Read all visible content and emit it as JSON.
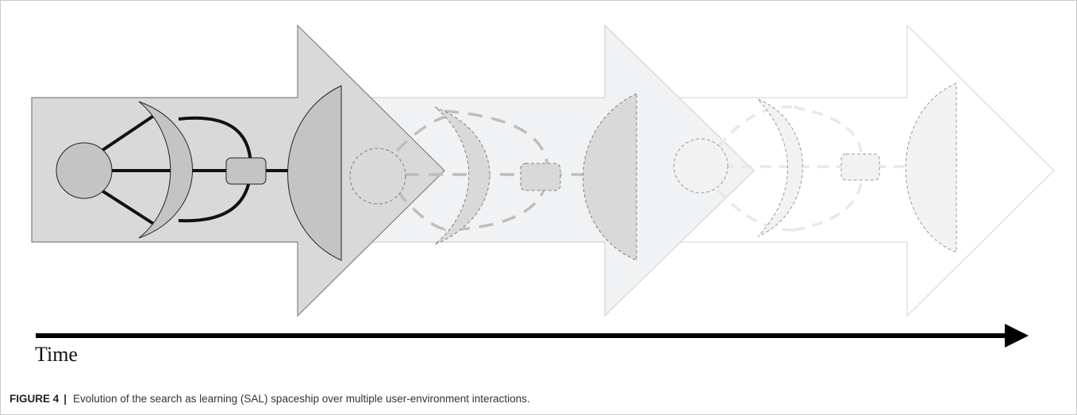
{
  "figure": {
    "number": "FIGURE 4",
    "separator": "|",
    "caption": "Evolution of the search as learning (SAL) spaceship over multiple user-environment interactions."
  },
  "axis": {
    "label": "Time",
    "color": "#000000"
  },
  "stages": [
    {
      "arrow_fill": "#d9d9d9",
      "arrow_stroke": "#808080",
      "shape_fill": "#c4c4c4",
      "line_color": "#111111",
      "style": "solid"
    },
    {
      "arrow_fill": "#f1f2f3",
      "arrow_stroke": "#d4d4d4",
      "shape_fill": "#d9d9d9",
      "line_color": "#bdbdbd",
      "style": "dashed"
    },
    {
      "arrow_fill": "#ffffff",
      "arrow_stroke": "#dadada",
      "shape_fill": "#f2f2f2",
      "line_color": "#e8e8e8",
      "style": "dashed"
    }
  ]
}
